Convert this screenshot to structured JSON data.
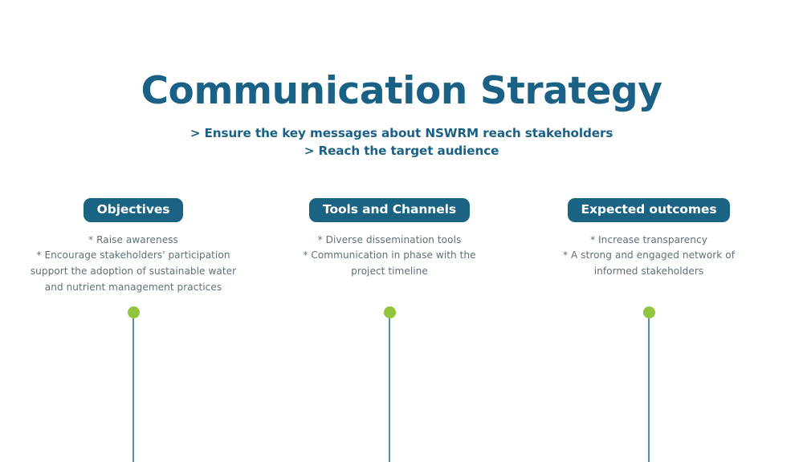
{
  "header": {
    "title": "Communication Strategy",
    "subtitles": [
      "> Ensure the key messages about NSWRM reach stakeholders",
      "> Reach the target audience"
    ]
  },
  "columns": [
    {
      "badge_label": "Objectives",
      "body_lines": [
        "* Raise awareness",
        "* Encourage stakeholders' participation",
        "support the adoption of sustainable water",
        "and nutrient management practices"
      ]
    },
    {
      "badge_label": "Tools and Channels",
      "body_lines": [
        "* Diverse dissemination tools",
        "* Communication in phase with the",
        "project timeline"
      ]
    },
    {
      "badge_label": "Expected outcomes",
      "body_lines": [
        "* Increase transparency",
        "* A strong and engaged network of",
        "informed stakeholders"
      ]
    }
  ],
  "markers": [
    {
      "name": "timeline-marker-objectives"
    },
    {
      "name": "timeline-marker-tools-and-channels"
    },
    {
      "name": "timeline-marker-expected-outcomes"
    }
  ],
  "colors": {
    "title": "#1b6186",
    "badge_background": "#1a6383",
    "badge_text": "#ffffff",
    "body_text": "#5e7078",
    "marker_dot": "#91c53d",
    "marker_stem": "#5b8fa8",
    "background": "#ffffff"
  }
}
